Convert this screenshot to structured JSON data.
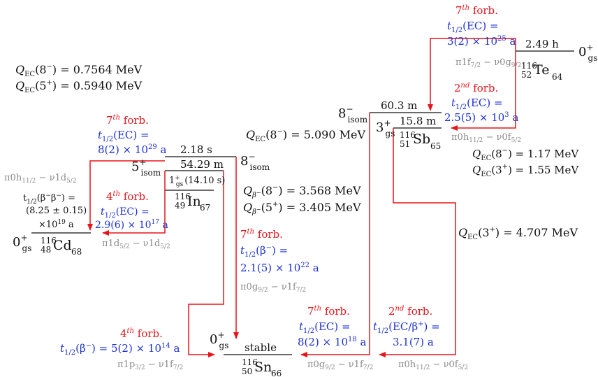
{
  "colors": {
    "level": "#111111",
    "transition": "#e8141b",
    "halflife": "#1a2fd6",
    "orbital": "#8a8a8a"
  },
  "nuclei": {
    "te": {
      "mass": "116",
      "z": "52",
      "sym": "Te",
      "n": "64",
      "state": "0",
      "state_sup": "+",
      "state_sub": "gs",
      "halflife": "2.49 h"
    },
    "sb": {
      "mass": "116",
      "z": "51",
      "sym": "Sb",
      "n": "65",
      "isom": {
        "state": "8",
        "state_sup": "−",
        "state_sub": "isom",
        "halflife": "60.3 m"
      },
      "gs": {
        "state": "3",
        "state_sup": "+",
        "state_sub": "gs",
        "halflife": "15.8 m"
      }
    },
    "in": {
      "mass": "116",
      "z": "49",
      "sym": "In",
      "n": "67",
      "isom8": {
        "state": "8",
        "state_sup": "−",
        "state_sub": "isom",
        "halflife": "2.18 s"
      },
      "isom5": {
        "state": "5",
        "state_sup": "+",
        "state_sub": "isom",
        "halflife": "54.29 m"
      },
      "gs": {
        "state": "1",
        "state_sup": "+",
        "state_sub": "gs",
        "halflife": "(14.10 s)"
      }
    },
    "cd": {
      "mass": "116",
      "z": "48",
      "sym": "Cd",
      "n": "68",
      "state": "0",
      "state_sup": "+",
      "state_sub": "gs",
      "bb_line1_pre": "t",
      "bb_line1_sub": "1/2",
      "bb_line1_post": "(β",
      "bb_sup1": "−",
      "bb_mid": "β",
      "bb_sup2": "−",
      "bb_end": ") =",
      "bb_line2": "(8.25 ± 0.15)",
      "bb_line3_pre": "×10",
      "bb_line3_sup": "19",
      "bb_line3_post": " a"
    },
    "sn": {
      "mass": "116",
      "z": "50",
      "sym": "Sn",
      "n": "66",
      "state": "0",
      "state_sup": "+",
      "state_sub": "gs",
      "label": "stable"
    }
  },
  "qvalues": {
    "te_8": {
      "pre": "Q",
      "sub": "EC",
      "arg": "(8",
      "sup": "−",
      "post": ") = 0.7564 MeV"
    },
    "te_5": {
      "pre": "Q",
      "sub": "EC",
      "arg": "(5",
      "sup": "+",
      "post": ") = 0.5940 MeV"
    },
    "sb_8_in": {
      "pre": "Q",
      "sub": "EC",
      "arg": "(8",
      "sup": "−",
      "post": ") = 5.090 MeV"
    },
    "in_b8": {
      "pre": "Q",
      "sub": "β",
      "subsup": "−",
      "arg": "(8",
      "sup": "−",
      "post": ") = 3.568 MeV"
    },
    "in_b5": {
      "pre": "Q",
      "sub": "β",
      "subsup": "−",
      "arg": "(5",
      "sup": "+",
      "post": ") = 3.405 MeV"
    },
    "sb_8": {
      "pre": "Q",
      "sub": "EC",
      "arg": "(8",
      "sup": "−",
      "post": ") = 1.17 MeV"
    },
    "sb_3": {
      "pre": "Q",
      "sub": "EC",
      "arg": "(3",
      "sup": "+",
      "post": ") = 1.55 MeV"
    },
    "sb_3_sn": {
      "pre": "Q",
      "sub": "EC",
      "arg": "(3",
      "sup": "+",
      "post": ") = 4.707 MeV"
    }
  },
  "transitions": [
    {
      "id": "te_to_sb",
      "order": "7",
      "ordsup": "th",
      "forb": " forb.",
      "hl_pre": "t",
      "hl_sub": "1/2",
      "hl_mode": "(EC) =",
      "hl_val": "3(2) × 10",
      "hl_exp": "25",
      "hl_unit": " a",
      "orbital": "π1f",
      "orb_sub1": "7/2",
      "orb_mid": " − ν0g",
      "orb_sub2": "9/2"
    },
    {
      "id": "sb8_to_sb3",
      "order": "2",
      "ordsup": "nd",
      "forb": " forb.",
      "hl_pre": "t",
      "hl_sub": "1/2",
      "hl_mode": "(EC) =",
      "hl_val": "2.5(5) × 10",
      "hl_exp": "3",
      "hl_unit": " a",
      "orbital": "π0h",
      "orb_sub1": "11/2",
      "orb_mid": " − ν0f",
      "orb_sub2": "5/2"
    },
    {
      "id": "in5_to_cd_left",
      "order": "7",
      "ordsup": "th",
      "forb": " forb.",
      "hl_pre": "t",
      "hl_sub": "1/2",
      "hl_mode": "(EC) =",
      "hl_val": "8(2) × 10",
      "hl_exp": "29",
      "hl_unit": " a",
      "orbital": "π0h",
      "orb_sub1": "11/2",
      "orb_mid": " − ν1d",
      "orb_sub2": "5/2"
    },
    {
      "id": "in5_to_cd",
      "order": "4",
      "ordsup": "th",
      "forb": " forb.",
      "hl_pre": "t",
      "hl_sub": "1/2",
      "hl_mode": "(EC) =",
      "hl_val": "2.9(6) × 10",
      "hl_exp": "17",
      "hl_unit": " a",
      "orbital": "π1d",
      "orb_sub1": "5/2",
      "orb_mid": " − ν1d",
      "orb_sub2": "5/2"
    },
    {
      "id": "in8_to_sn",
      "order": "7",
      "ordsup": "th",
      "forb": " forb.",
      "hl_pre": "t",
      "hl_sub": "1/2",
      "hl_mode": "(β",
      "hl_modesup": "−",
      "hl_mode2": ") =",
      "hl_val": "2.1(5) × 10",
      "hl_exp": "22",
      "hl_unit": " a",
      "orbital": "π0g",
      "orb_sub1": "9/2",
      "orb_mid": " − ν1f",
      "orb_sub2": "7/2"
    },
    {
      "id": "in5_to_sn",
      "order": "4",
      "ordsup": "th",
      "forb": " forb.",
      "hl_pre": "t",
      "hl_sub": "1/2",
      "hl_mode": "(β",
      "hl_modesup": "−",
      "hl_mode2": ") = 5(2) × 10",
      "hl_exp": "14",
      "hl_unit": " a",
      "orbital": "π1p",
      "orb_sub1": "3/2",
      "orb_mid": " − ν1f",
      "orb_sub2": "7/2"
    },
    {
      "id": "sb8_to_sn",
      "order": "7",
      "ordsup": "th",
      "forb": " forb.",
      "hl_pre": "t",
      "hl_sub": "1/2",
      "hl_mode": "(EC) =",
      "hl_val": "8(2) × 10",
      "hl_exp": "18",
      "hl_unit": " a",
      "orbital": "π0g",
      "orb_sub1": "9/2",
      "orb_mid": " − ν1f",
      "orb_sub2": "7/2"
    },
    {
      "id": "sb3_to_sn",
      "order": "2",
      "ordsup": "nd",
      "forb": " forb.",
      "hl_pre": "t",
      "hl_sub": "1/2",
      "hl_mode": "(EC/β",
      "hl_modesup": "+",
      "hl_mode2": ") =",
      "hl_val": "3.1(7) a",
      "orbital": "π0h",
      "orb_sub1": "11/2",
      "orb_mid": " − ν0f",
      "orb_sub2": "5/2"
    }
  ]
}
